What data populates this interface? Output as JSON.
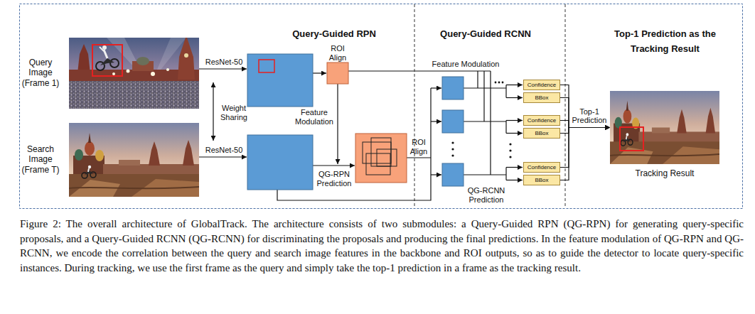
{
  "diagram": {
    "caption": "Figure 2: The overall architecture of GlobalTrack. The architecture consists of two submodules: a Query-Guided RPN (QG-RPN) for generating query-specific proposals, and a Query-Guided RCNN (QG-RCNN) for discriminating the proposals and producing the final predictions. In the feature modulation of QG-RPN and QG-RCNN, we encode the correlation between the query and search image features in the backbone and ROI outputs, so as to guide the detector to locate query-specific instances. During tracking, we use the first frame as the query and simply take the top-1 prediction in a frame as the tracking result.",
    "nodes": [
      {
        "text": [
          "Query Image (Frame 1)"
        ]
      },
      {
        "text": [
          "Search Image (Frame T)"
        ]
      },
      {
        "text": [
          "Confidence"
        ]
      },
      {
        "text": [
          "BBox"
        ]
      },
      {
        "text": [
          "Confidence"
        ]
      },
      {
        "text": [
          "BBox"
        ]
      },
      {
        "text": [
          "Confidence"
        ]
      },
      {
        "text": [
          "BBox"
        ]
      },
      {
        "text": [
          "Tracking Result"
        ]
      }
    ],
    "edges": [
      {
        "from": 2,
        "to": 8,
        "arrow": "to"
      },
      {
        "from": 3,
        "to": 8,
        "arrow": "to"
      },
      {
        "from": 4,
        "to": 8,
        "arrow": "to",
        "label": "Top-1 Prediction"
      },
      {
        "from": 5,
        "to": 8,
        "arrow": "to"
      },
      {
        "from": 6,
        "to": 8,
        "arrow": "to"
      },
      {
        "from": 7,
        "to": 8,
        "arrow": "to"
      }
    ],
    "labels": [
      "Query-Guided RPN",
      "Query-Guided RCNN",
      "Top-1 Prediction as the Tracking Result",
      "ResNet-50",
      "Weight Sharing",
      "ResNet-50",
      "ROI Align",
      "Feature Modulation",
      "QG-RPN Prediction",
      "Feature Modulation",
      "ROI Align",
      "QG-RCNN Prediction"
    ]
  }
}
